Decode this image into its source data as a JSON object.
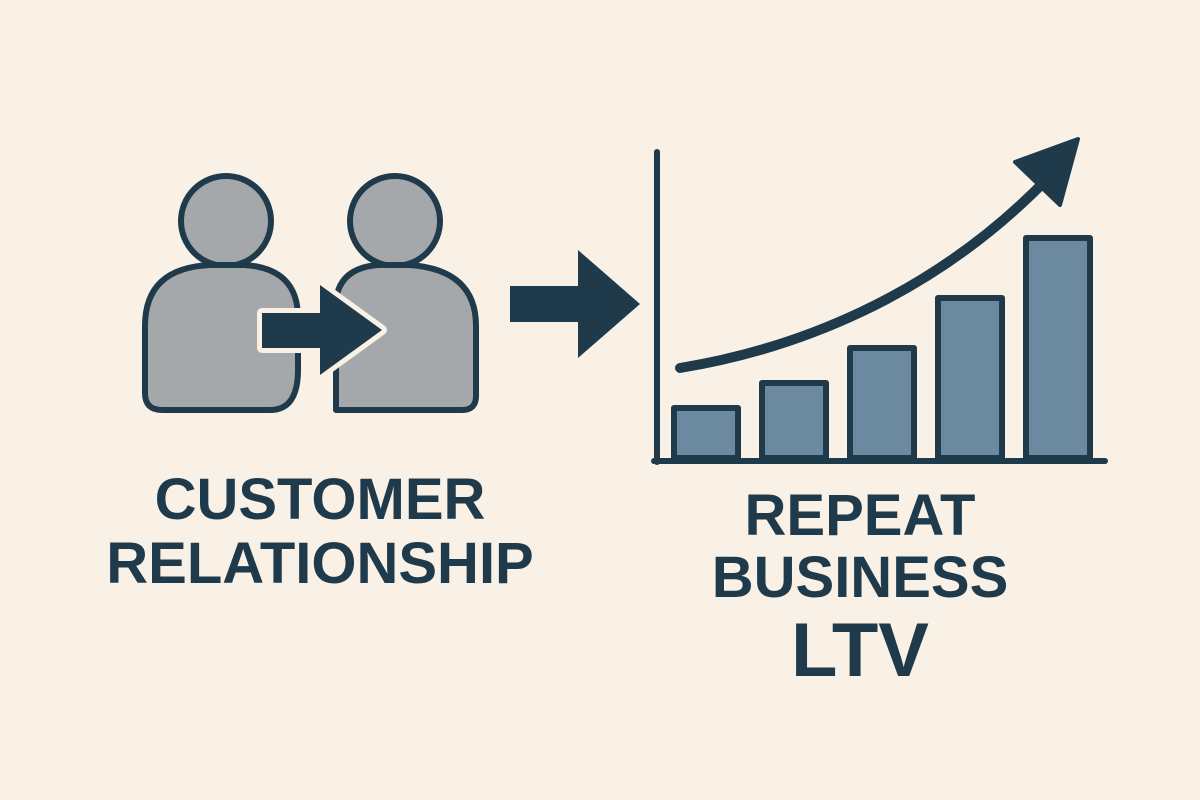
{
  "diagram": {
    "left_label_line1": "CUSTOMER",
    "left_label_line2": "RELATIONSHIP",
    "right_label_line1": "REPEAT",
    "right_label_line2": "BUSINESS",
    "right_label_line3": "LTV",
    "icons": {
      "people": "two-people-icon",
      "handoff": "arrow-right-icon",
      "flow": "arrow-right-icon",
      "chart": "bar-chart-icon",
      "trend": "trend-up-arrow-icon"
    },
    "colors": {
      "background": "#f9f1e6",
      "person_fill": "#a5a8aa",
      "outline": "#1f3a4b",
      "bar_fill": "#6b8aa0"
    }
  },
  "chart_data": {
    "type": "bar",
    "categories": [
      "",
      "",
      "",
      "",
      ""
    ],
    "series": [
      {
        "values": [
          1.0,
          1.5,
          2.2,
          3.2,
          4.4
        ]
      }
    ],
    "trend": "increasing",
    "ylim": [
      0,
      6
    ],
    "grid": false
  }
}
